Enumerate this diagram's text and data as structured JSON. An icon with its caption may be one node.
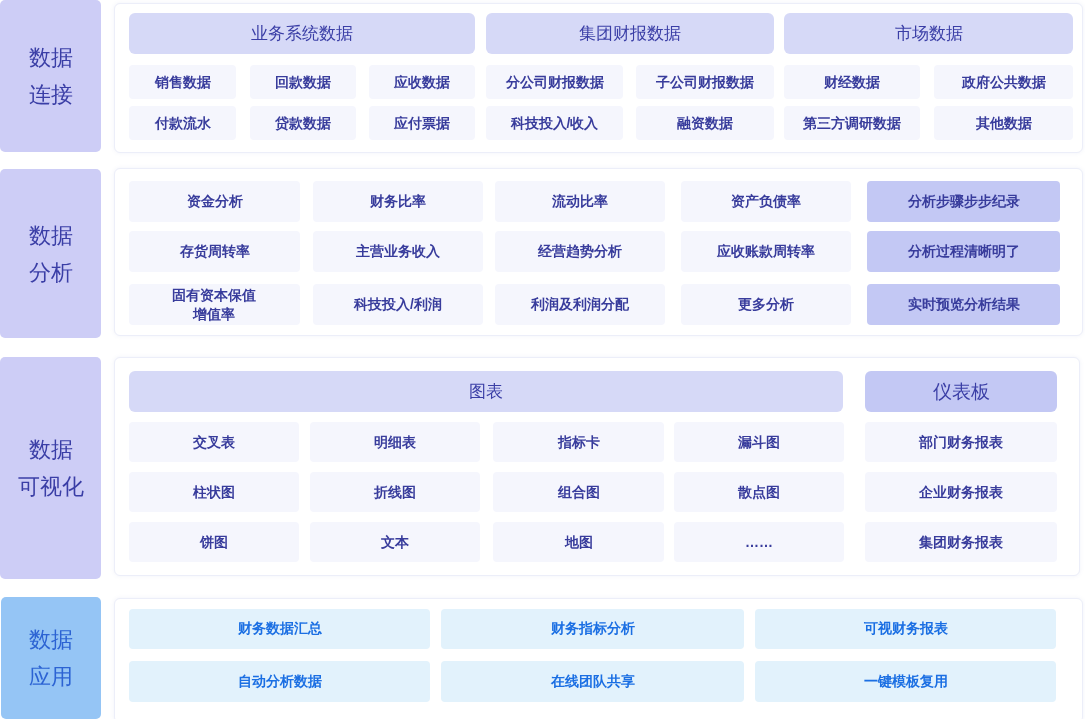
{
  "diagram": {
    "nodes": [
      {
        "text": [
          "数据连接"
        ]
      },
      {
        "text": [],
        "shape": "box"
      },
      {
        "text": [
          "业务系统数据"
        ],
        "in": 1
      },
      {
        "text": [
          "集团财报数据"
        ],
        "in": 1
      },
      {
        "text": [
          "市场数据"
        ],
        "in": 1
      },
      {
        "text": [
          "销售数据"
        ],
        "in": 1
      },
      {
        "text": [
          "回款数据"
        ],
        "in": 1
      },
      {
        "text": [
          "应收数据"
        ],
        "in": 1
      },
      {
        "text": [
          "分公司财报数据"
        ],
        "in": 1
      },
      {
        "text": [
          "子公司财报数据"
        ],
        "in": 1
      },
      {
        "text": [
          "财经数据"
        ],
        "in": 1
      },
      {
        "text": [
          "政府公共数据"
        ],
        "in": 1
      },
      {
        "text": [
          "付款流水"
        ],
        "in": 1
      },
      {
        "text": [
          "贷款数据"
        ],
        "in": 1
      },
      {
        "text": [
          "应付票据"
        ],
        "in": 1
      },
      {
        "text": [
          "科技投入/收入"
        ],
        "in": 1
      },
      {
        "text": [
          "融资数据"
        ],
        "in": 1
      },
      {
        "text": [
          "第三方调研数据"
        ],
        "in": 1
      },
      {
        "text": [
          "其他数据"
        ],
        "in": 1
      },
      {
        "text": [
          "数据分析"
        ]
      },
      {
        "text": [],
        "shape": "box"
      },
      {
        "text": [
          "资金分析"
        ],
        "in": 20
      },
      {
        "text": [
          "财务比率"
        ],
        "in": 20
      },
      {
        "text": [
          "流动比率"
        ],
        "in": 20
      },
      {
        "text": [
          "资产负债率"
        ],
        "in": 20
      },
      {
        "text": [
          "分析步骤步步纪录"
        ],
        "in": 20
      },
      {
        "text": [
          "存货周转率"
        ],
        "in": 20
      },
      {
        "text": [
          "主营业务收入"
        ],
        "in": 20
      },
      {
        "text": [
          "经营趋势分析"
        ],
        "in": 20
      },
      {
        "text": [
          "应收账款周转率"
        ],
        "in": 20
      },
      {
        "text": [
          "分析过程清晰明了"
        ],
        "in": 20
      },
      {
        "text": [
          "固有资本保值增值率"
        ],
        "in": 20
      },
      {
        "text": [
          "科技投入/利润"
        ],
        "in": 20
      },
      {
        "text": [
          "利润及利润分配"
        ],
        "in": 20
      },
      {
        "text": [
          "更多分析"
        ],
        "in": 20
      },
      {
        "text": [
          "实时预览分析结果"
        ],
        "in": 20
      },
      {
        "text": [
          "数据可视化"
        ]
      },
      {
        "text": [],
        "shape": "box"
      },
      {
        "text": [
          "图表"
        ],
        "in": 37
      },
      {
        "text": [
          "仪表板"
        ],
        "in": 37
      },
      {
        "text": [
          "交叉表"
        ],
        "in": 37
      },
      {
        "text": [
          "明细表"
        ],
        "in": 37
      },
      {
        "text": [
          "指标卡"
        ],
        "in": 37
      },
      {
        "text": [
          "漏斗图"
        ],
        "in": 37
      },
      {
        "text": [
          "部门财务报表"
        ],
        "in": 37
      },
      {
        "text": [
          "柱状图"
        ],
        "in": 37
      },
      {
        "text": [
          "折线图"
        ],
        "in": 37
      },
      {
        "text": [
          "组合图"
        ],
        "in": 37
      },
      {
        "text": [
          "散点图"
        ],
        "in": 37
      },
      {
        "text": [
          "企业财务报表"
        ],
        "in": 37
      },
      {
        "text": [
          "饼图"
        ],
        "in": 37
      },
      {
        "text": [
          "文本"
        ],
        "in": 37
      },
      {
        "text": [
          "地图"
        ],
        "in": 37
      },
      {
        "text": [
          "……"
        ],
        "in": 37
      },
      {
        "text": [
          "集团财务报表"
        ],
        "in": 37
      },
      {
        "text": [
          "数据应用"
        ]
      },
      {
        "text": [],
        "shape": "box"
      },
      {
        "text": [
          "财务数据汇总"
        ],
        "in": 56
      },
      {
        "text": [
          "财务指标分析"
        ],
        "in": 56
      },
      {
        "text": [
          "可视财务报表"
        ],
        "in": 56
      },
      {
        "text": [
          "自动分析数据"
        ],
        "in": 56
      },
      {
        "text": [
          "在线团队共享"
        ],
        "in": 56
      },
      {
        "text": [
          "一键模板复用"
        ],
        "in": 56
      }
    ]
  }
}
